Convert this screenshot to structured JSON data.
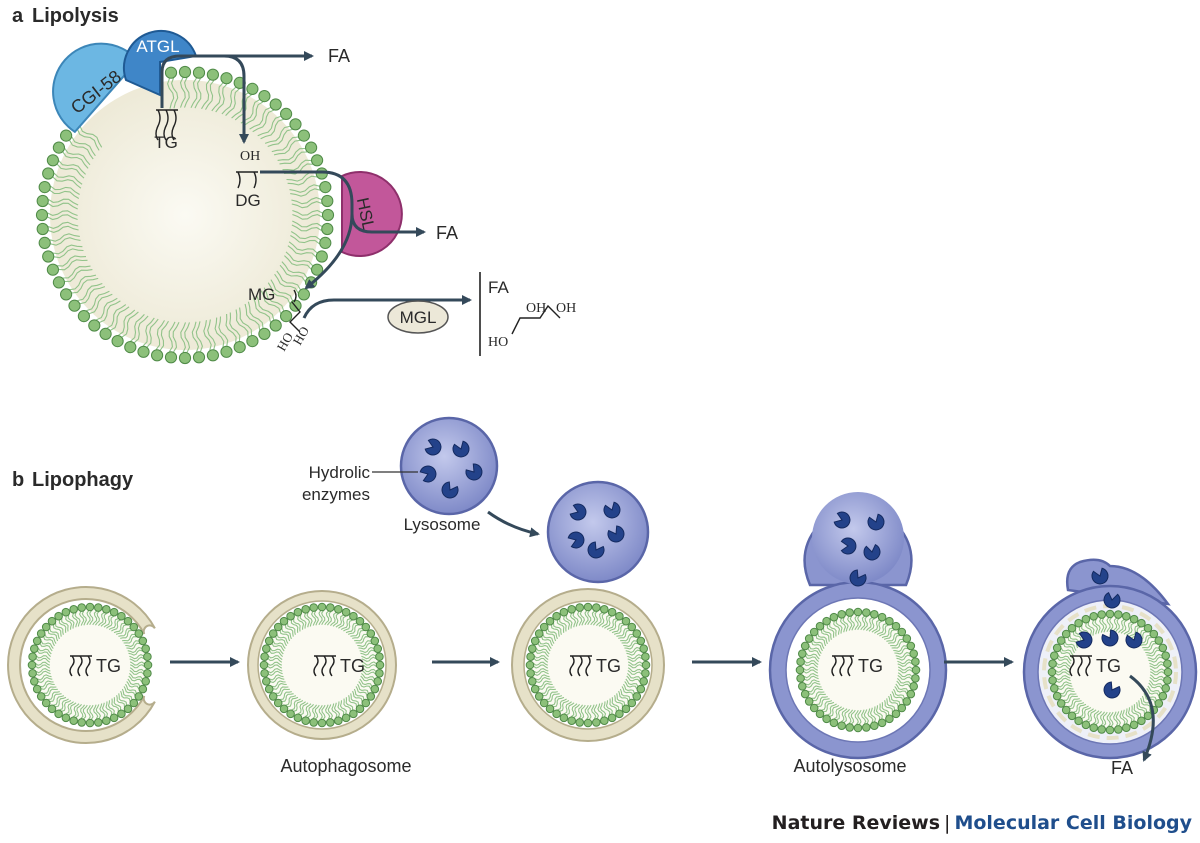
{
  "panel_a": {
    "letter": "a",
    "title": "Lipolysis",
    "enzymes": {
      "cgi58": "CGI-58",
      "atgl": "ATGL",
      "hsl": "HSL",
      "mgl": "MGL"
    },
    "substrates": {
      "tg": "TG",
      "dg": "DG",
      "mg": "MG"
    },
    "products": {
      "fa1": "FA",
      "fa2": "FA",
      "fa3": "FA"
    },
    "chem": {
      "oh_dg": "OH",
      "ho_mg1": "HO",
      "ho_mg2": "HO",
      "gly_oh1": "OH",
      "gly_oh2": "OH",
      "gly_ho": "HO"
    }
  },
  "panel_b": {
    "letter": "b",
    "title": "Lipophagy",
    "hydrolic_line1": "Hydrolic",
    "hydrolic_line2": "enzymes",
    "lysosome": "Lysosome",
    "tg_label": "TG",
    "autophagosome": "Autophagosome",
    "autolysosome": "Autolysosome",
    "fa": "FA"
  },
  "colors": {
    "membrane_beige": "#e6e1c8",
    "membrane_edge": "#b5ad8c",
    "lipid_head": "#8cc07a",
    "lipid_head_edge": "#4f8a47",
    "lipid_tail": "#92c38a",
    "droplet_core": "#f6f4e8",
    "lysosome_blue": "#8b95cf",
    "lysosome_edge": "#5a66a8",
    "enzyme_dark": "#23428a",
    "atgl_blue": "#3f86c8",
    "cgi58_blue": "#6cb7e3",
    "hsl_pink": "#c2579a",
    "mgl_fill": "#ece8d8",
    "arrow": "#34495a"
  },
  "footer": {
    "journal": "Nature Reviews",
    "separator": "|",
    "section": "Molecular Cell Biology"
  }
}
